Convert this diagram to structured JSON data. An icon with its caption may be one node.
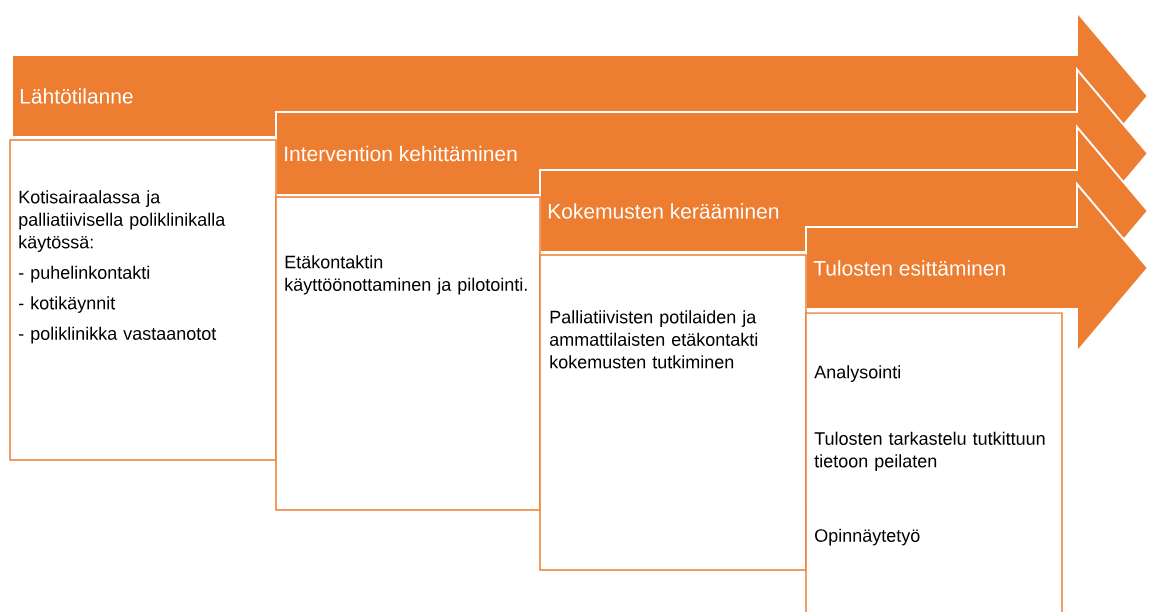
{
  "diagram": {
    "nodes": [
      {
        "text": [
          "Lähtötilanne"
        ]
      },
      {
        "text": [
          "Kotisairaalassa ja palliatiivisella poliklinikalla käytössä:",
          "- puhelinkontakti",
          "- kotikäynnit",
          "- poliklinikka vastaanotot"
        ]
      },
      {
        "text": [
          "Intervention kehittäminen"
        ]
      },
      {
        "text": [
          "Etäkontaktin käyttöönottaminen ja pilotointi."
        ]
      },
      {
        "text": [
          "Kokemusten kerääminen"
        ]
      },
      {
        "text": [
          "Palliatiivisten potilaiden ja ammattilaisten etäkontakti kokemusten tutkiminen"
        ]
      },
      {
        "text": [
          "Tulosten esittäminen"
        ]
      },
      {
        "text": [
          "Analysointi",
          "Tulosten tarkastelu tutkittuun tietoon peilaten",
          "Opinnäytetyö"
        ]
      }
    ]
  }
}
